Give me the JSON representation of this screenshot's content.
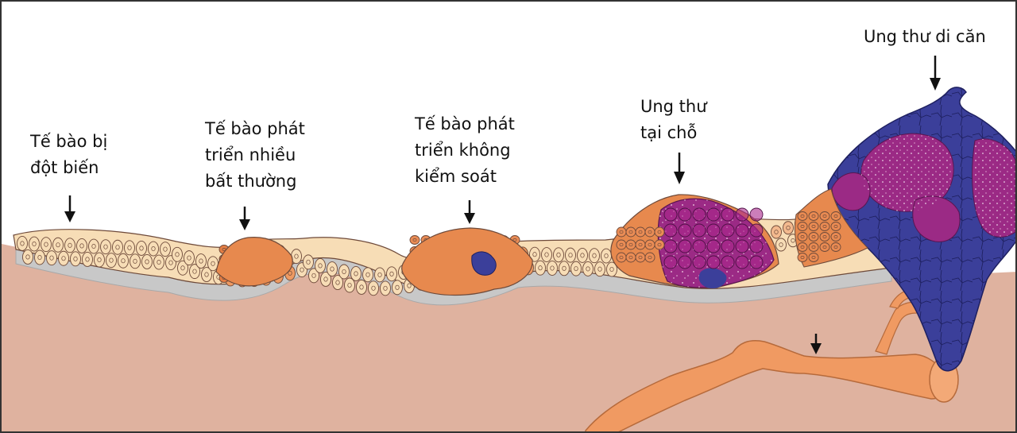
{
  "labels": {
    "mutated": [
      "Tế bào bị",
      "đột biến"
    ],
    "hyperplasia": [
      "Tế bào phát",
      "triển nhiều",
      "bất thường"
    ],
    "dysplasia": [
      "Tế bào phát",
      "triển không",
      "kiểm soát"
    ],
    "in_situ": [
      "Ung thư",
      "tại chỗ"
    ],
    "metastatic": [
      "Ung thư di căn"
    ]
  },
  "colors": {
    "tissue": "#dfb29f",
    "membrane": "#c8c8c8",
    "normal_cell": "#f7ddb6",
    "abnormal_cell": "#e7894e",
    "cancer_magenta": "#9b2a85",
    "cancer_blue": "#3b3f9a",
    "vessel": "#f09a62",
    "outline": "#6e4a3a"
  },
  "icons": {
    "arrow": "down-arrow-icon"
  }
}
